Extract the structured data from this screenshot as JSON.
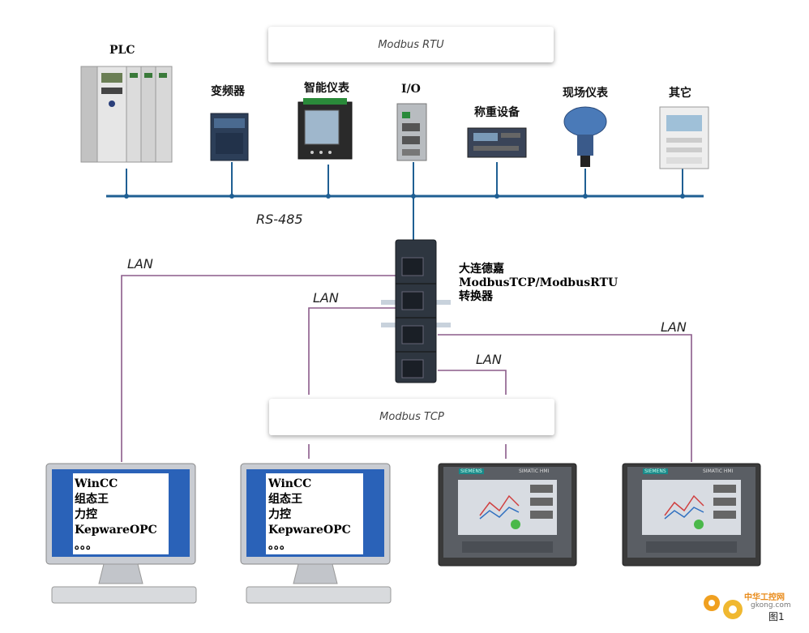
{
  "protocols": {
    "modbus_rtu": "Modbus RTU",
    "modbus_tcp": "Modbus TCP",
    "rs485": "RS-485",
    "lan": "LAN"
  },
  "devices": [
    {
      "id": "plc",
      "label": "PLC"
    },
    {
      "id": "inverter",
      "label": "变频器"
    },
    {
      "id": "smart-meter",
      "label": "智能仪表"
    },
    {
      "id": "io",
      "label": "I/O"
    },
    {
      "id": "weighing",
      "label": "称重设备"
    },
    {
      "id": "field-instrument",
      "label": "现场仪表"
    },
    {
      "id": "other",
      "label": "其它"
    }
  ],
  "converter": {
    "lines": [
      "大连德嘉",
      "ModbusTCP/ModbusRTU",
      "转换器"
    ]
  },
  "pc_screen": {
    "lines": [
      "WinCC",
      "组态王",
      "力控",
      "KepwareOPC",
      "。。。"
    ]
  },
  "hmi_brand": "SIEMENS",
  "hmi_model": "SIMATIC HMI",
  "figure_caption": "图1",
  "watermark": {
    "name": "中华工控网",
    "url": "gkong.com"
  },
  "colors": {
    "bus": "#1f5f93",
    "lan": "#8b5c8a",
    "panel": "#3a3a3a"
  }
}
